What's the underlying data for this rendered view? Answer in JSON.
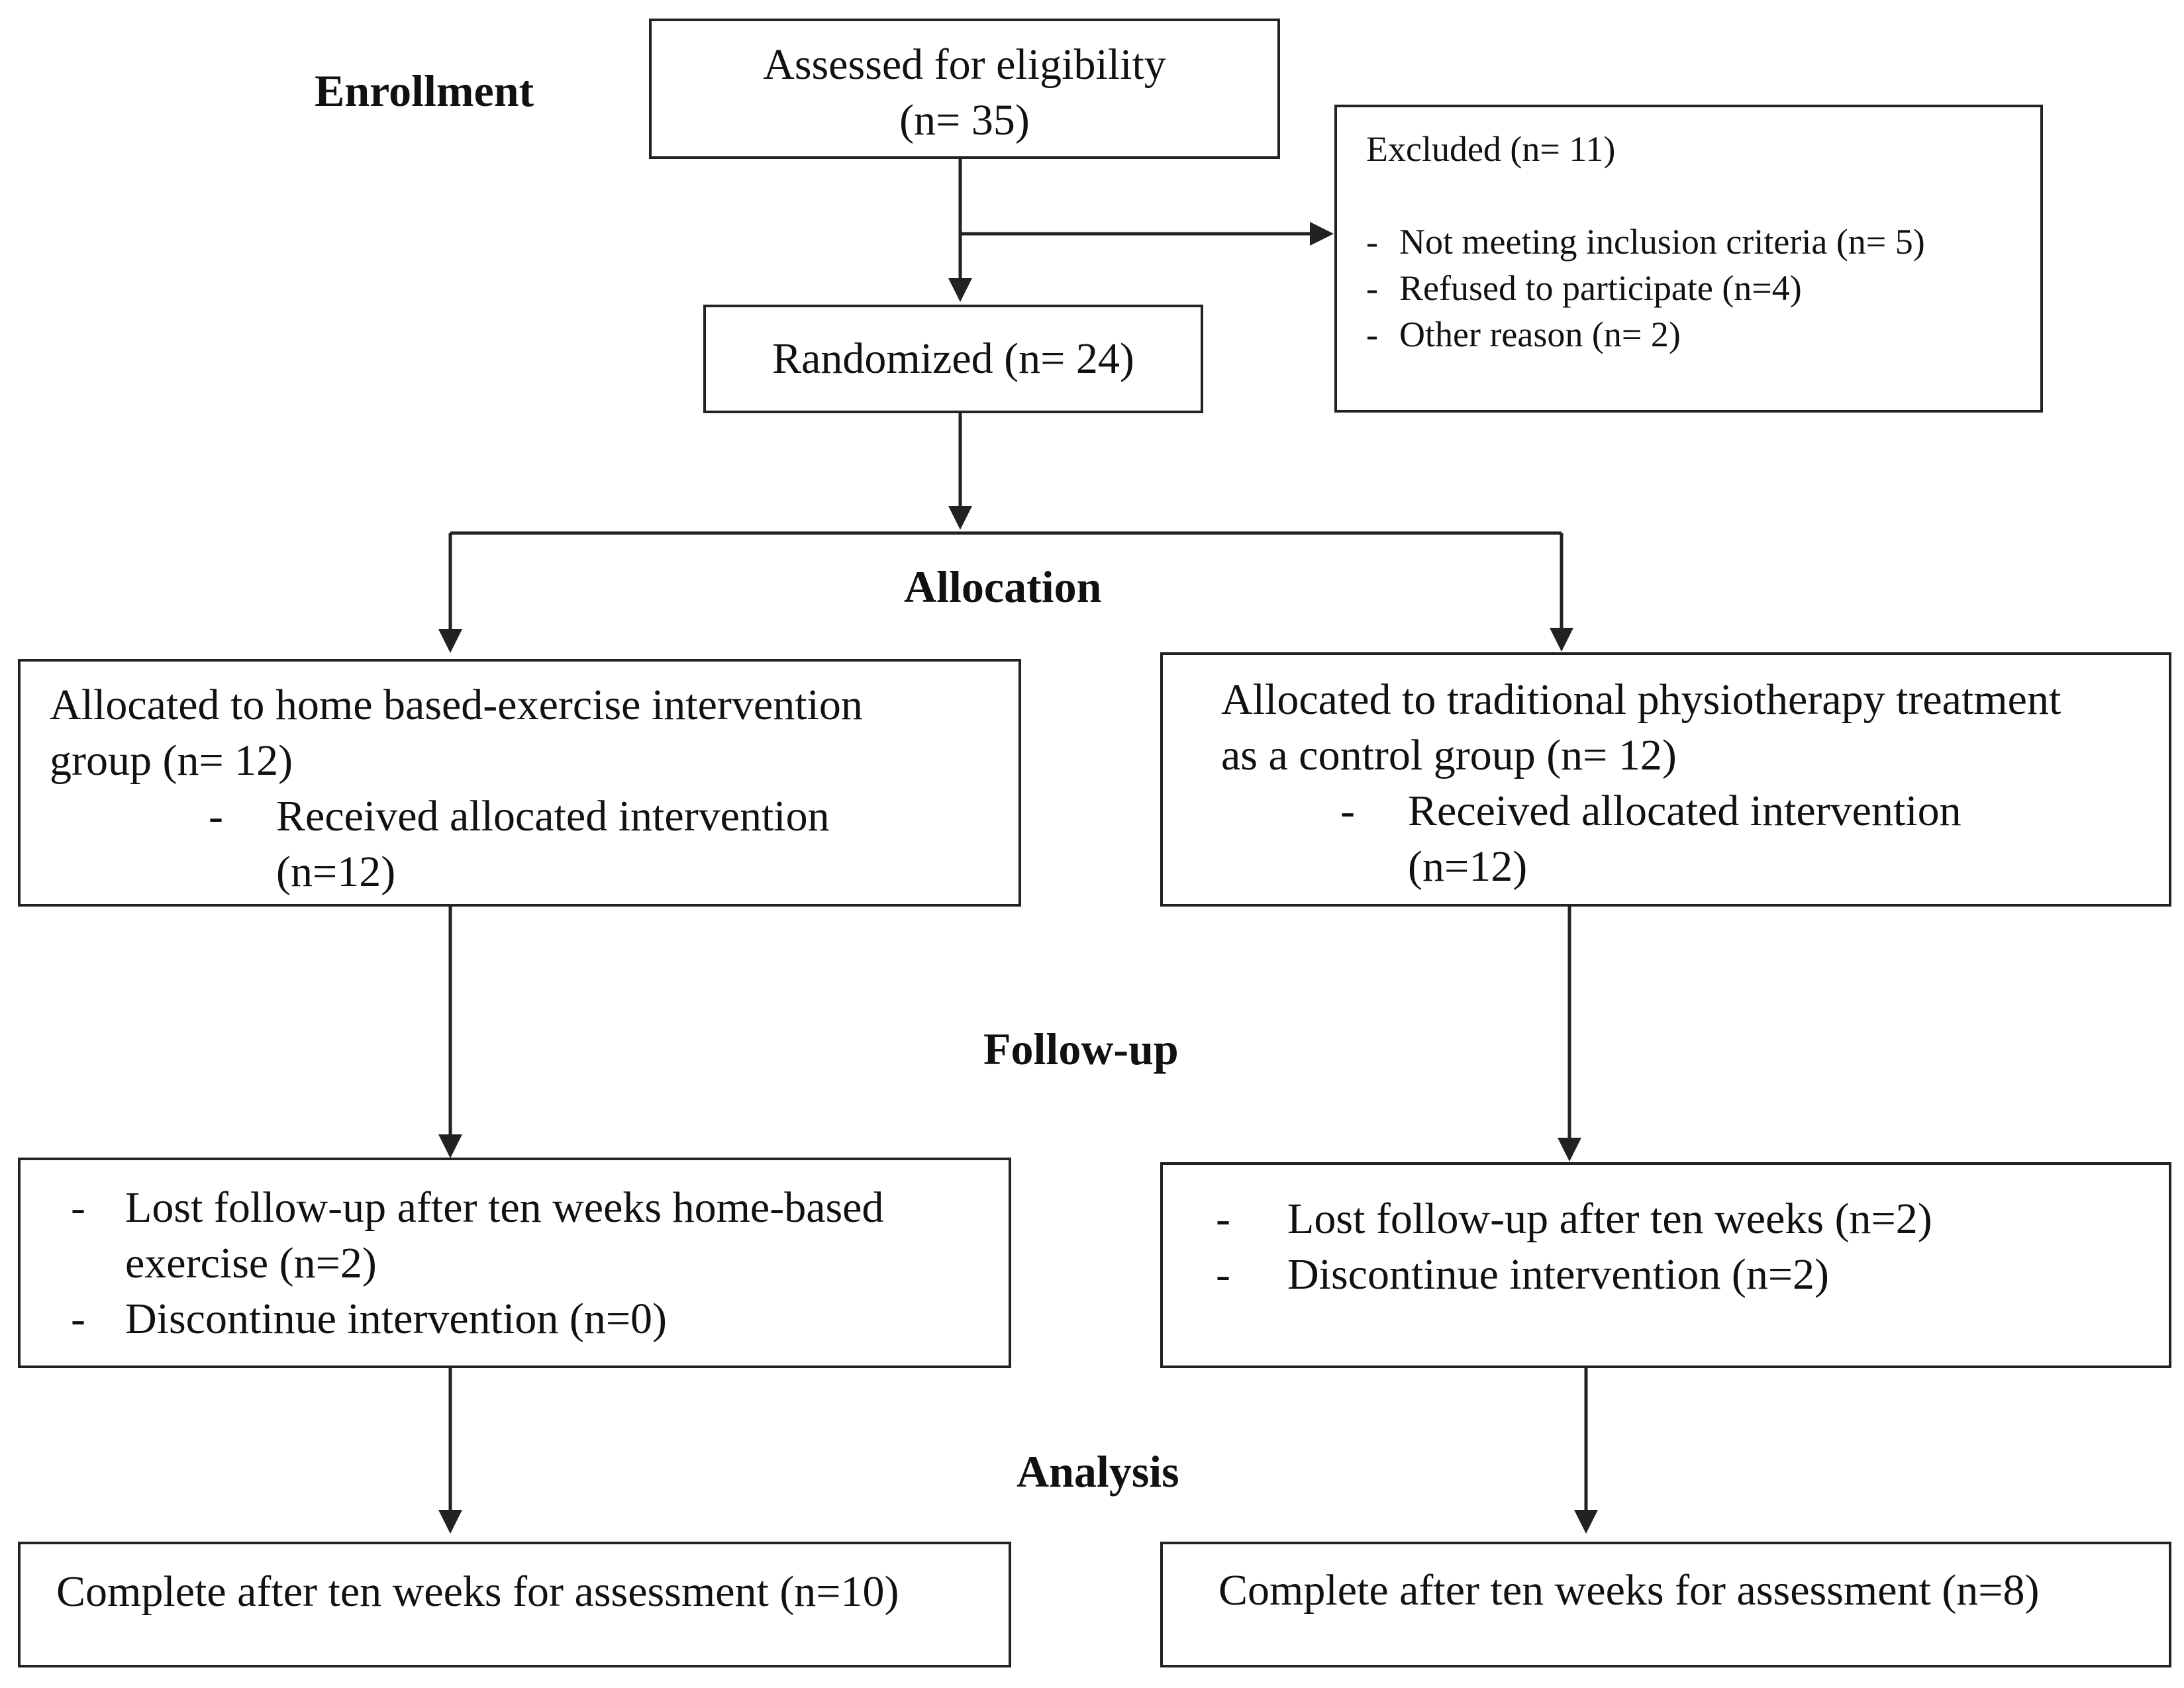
{
  "stages": {
    "enrollment": "Enrollment",
    "allocation": "Allocation",
    "follow_up": "Follow-up",
    "analysis": "Analysis"
  },
  "assessed": {
    "line1": "Assessed for eligibility",
    "line2": "(n= 35)"
  },
  "excluded": {
    "title": "Excluded (n= 11)",
    "items": [
      "Not meeting inclusion criteria (n= 5)",
      "Refused to participate (n=4)",
      "Other reason (n= 2)"
    ]
  },
  "randomized": "Randomized (n= 24)",
  "alloc_left": {
    "line1": "Allocated to home based-exercise intervention",
    "line2": "group (n= 12)",
    "item_line1": "Received allocated intervention",
    "item_line2": "(n=12)"
  },
  "alloc_right": {
    "line1": "Allocated to traditional physiotherapy treatment",
    "line2": "as a control group (n= 12)",
    "item_line1": "Received allocated intervention",
    "item_line2": "(n=12)"
  },
  "follow_left": {
    "item1_line1": "Lost follow-up after ten weeks home-based",
    "item1_line2": "exercise (n=2)",
    "item2": "Discontinue intervention (n=0)"
  },
  "follow_right": {
    "item1": "Lost follow-up after ten weeks (n=2)",
    "item2": "Discontinue intervention (n=2)"
  },
  "analysis_left": "Complete after ten weeks for assessment (n=10)",
  "analysis_right": "Complete after ten weeks for assessment (n=8)",
  "bullet": "-"
}
